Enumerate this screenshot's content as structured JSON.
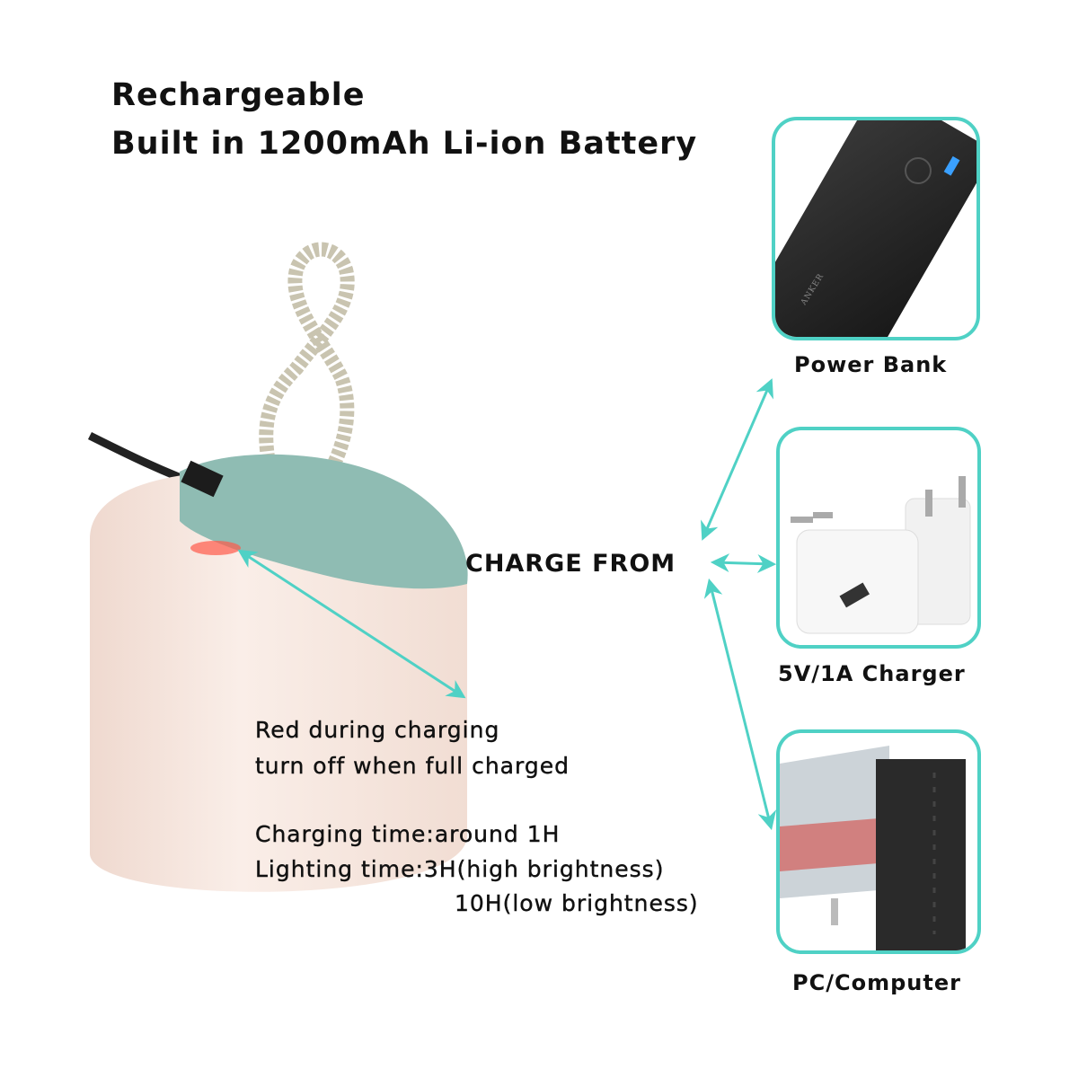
{
  "title": {
    "line1": "Rechargeable",
    "line2": "Built in 1200mAh Li-ion Battery"
  },
  "charge_label": "CHARGE FROM",
  "sources": [
    {
      "label": "Power Bank",
      "brand": "ANKER"
    },
    {
      "label": "5V/1A Charger"
    },
    {
      "label": "PC/Computer"
    }
  ],
  "info": {
    "indicator_line1": "Red during charging",
    "indicator_line2": "turn off when full charged",
    "charging_time": "Charging time:around 1H",
    "lighting_high": "Lighting time:3H(high brightness)",
    "lighting_low": "10H(low brightness)"
  },
  "colors": {
    "accent": "#4fd1c5",
    "cap": "#8fbcb3",
    "body": "#f6e7e0",
    "indicator": "#ff5a4a"
  }
}
